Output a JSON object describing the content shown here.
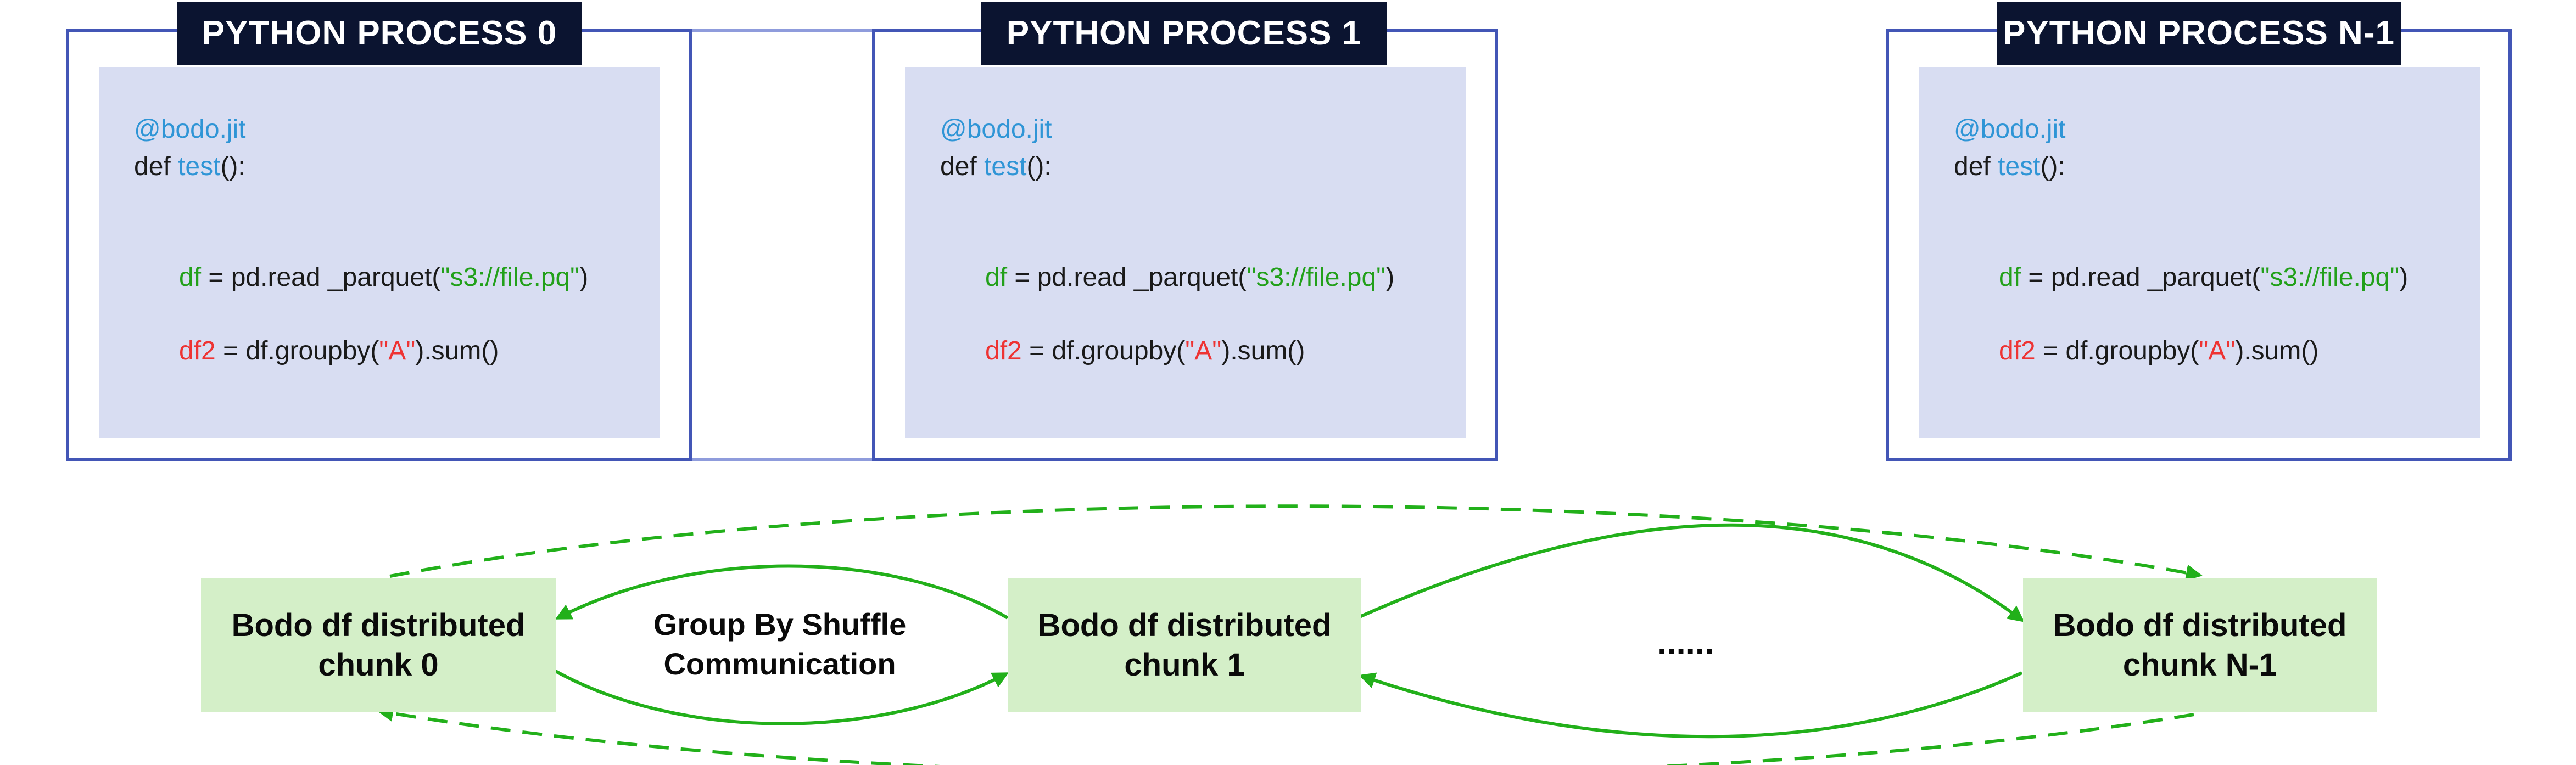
{
  "processes": [
    {
      "title": "PYTHON PROCESS 0",
      "code": {
        "decorator": "@bodo.jit",
        "def_kw": "def ",
        "fn_name": "test",
        "def_tail": "():",
        "l1_var": "df",
        "l1_rest_a": " = pd.read _parquet(",
        "l1_str": "\"s3://file.pq\"",
        "l1_rest_b": ")",
        "l2_var": "df2",
        "l2_rest_a": " = df.groupby(",
        "l2_str": "\"A\"",
        "l2_rest_b": ").sum()"
      }
    },
    {
      "title": "PYTHON PROCESS 1",
      "code": {
        "decorator": "@bodo.jit",
        "def_kw": "def ",
        "fn_name": "test",
        "def_tail": "():",
        "l1_var": "df",
        "l1_rest_a": " = pd.read _parquet(",
        "l1_str": "\"s3://file.pq\"",
        "l1_rest_b": ")",
        "l2_var": "df2",
        "l2_rest_a": " = df.groupby(",
        "l2_str": "\"A\"",
        "l2_rest_b": ").sum()"
      }
    },
    {
      "title": "PYTHON PROCESS N-1",
      "code": {
        "decorator": "@bodo.jit",
        "def_kw": "def ",
        "fn_name": "test",
        "def_tail": "():",
        "l1_var": "df",
        "l1_rest_a": " = pd.read _parquet(",
        "l1_str": "\"s3://file.pq\"",
        "l1_rest_b": ")",
        "l2_var": "df2",
        "l2_rest_a": " = df.groupby(",
        "l2_str": "\"A\"",
        "l2_rest_b": ").sum()"
      }
    }
  ],
  "chunks": [
    {
      "line1": "Bodo df distributed",
      "line2": "chunk 0"
    },
    {
      "line1": "Bodo df distributed",
      "line2": "chunk 1"
    },
    {
      "line1": "Bodo df distributed",
      "line2": "chunk N-1"
    }
  ],
  "shuffle_label": {
    "line1": "Group By Shuffle",
    "line2": "Communication"
  },
  "ellipsis": "......",
  "colors": {
    "frame_border": "#4356b6",
    "code_panel_bg": "#d8ddf2",
    "title_bg": "#0b1430",
    "decorator_blue": "#2f95d6",
    "variable_green": "#22a01a",
    "variable_red": "#ee3333",
    "chunk_bg": "#d4efc8",
    "arrow_green": "#22b01a"
  }
}
